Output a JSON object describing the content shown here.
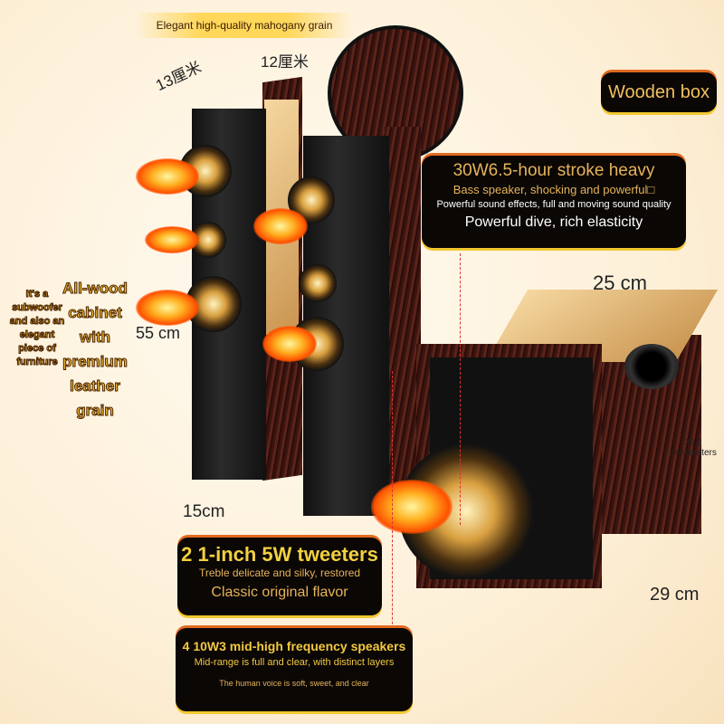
{
  "top_caption": "Elegant high-quality mahogany grain",
  "wooden_box_label": "Wooden box",
  "dimensions": {
    "depth_tower": "13厘米",
    "width_tower": "12厘米",
    "height_tower": "55 cm",
    "base_tower": "15cm",
    "sub_width": "25 cm",
    "sub_height": "29.2 centimeters",
    "sub_depth": "29 cm"
  },
  "sub_box": {
    "line1": "30W6.5-hour stroke heavy",
    "line2": "Bass speaker, shocking and powerful□",
    "line3": "Powerful sound effects, full and moving sound quality",
    "line4": "Powerful dive, rich elasticity"
  },
  "left_notes": {
    "small": "It's a subwoofer and also an elegant piece of furniture",
    "large": "All-wood cabinet with premium leather grain"
  },
  "tweeter_box": {
    "line1": "2 1-inch 5W tweeters",
    "line2": "Treble delicate and silky, restored",
    "line3": "Classic original flavor"
  },
  "mid_box": {
    "line1": "4 10W3 mid-high frequency speakers",
    "line2": "Mid-range is full and clear, with distinct layers",
    "line3": "The human voice is soft, sweet, and clear"
  },
  "colors": {
    "box_bg": "#0b0705",
    "gold_text": "#e6b35a",
    "accent_orange": "#e06a20"
  }
}
